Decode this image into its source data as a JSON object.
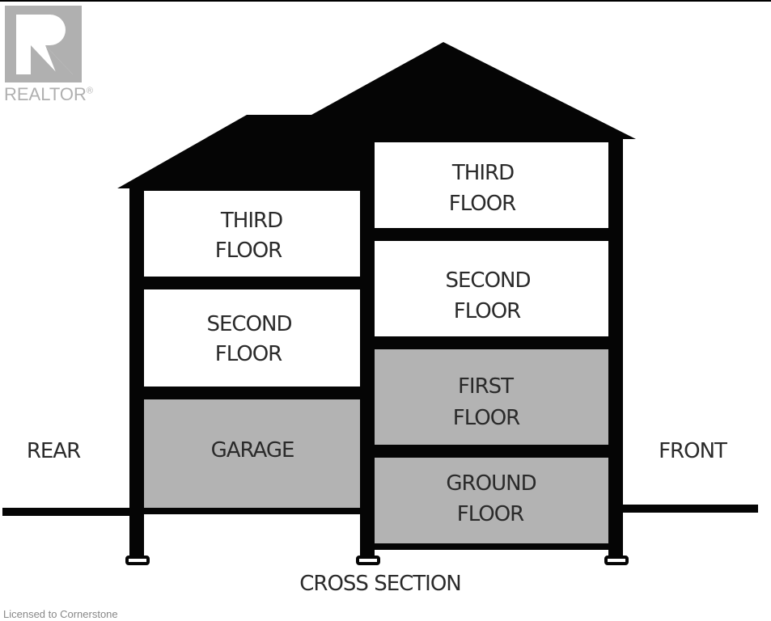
{
  "logo": {
    "text": "REALTOR",
    "mark": "®"
  },
  "labels": {
    "rear": "REAR",
    "front": "FRONT",
    "caption": "CROSS SECTION"
  },
  "rear_section": {
    "rooms": [
      {
        "line1": "THIRD",
        "line2": "FLOOR"
      },
      {
        "line1": "SECOND",
        "line2": "FLOOR"
      },
      {
        "line1": "GARAGE",
        "line2": ""
      }
    ]
  },
  "front_section": {
    "rooms": [
      {
        "line1": "THIRD",
        "line2": "FLOOR"
      },
      {
        "line1": "SECOND",
        "line2": "FLOOR"
      },
      {
        "line1": "FIRST",
        "line2": "FLOOR"
      },
      {
        "line1": "GROUND",
        "line2": "FLOOR"
      }
    ]
  },
  "license": "Licensed to Cornerstone",
  "colors": {
    "wall": "#050505",
    "shaded_room": "#b3b3b3",
    "logo": "#b0b0b0"
  }
}
